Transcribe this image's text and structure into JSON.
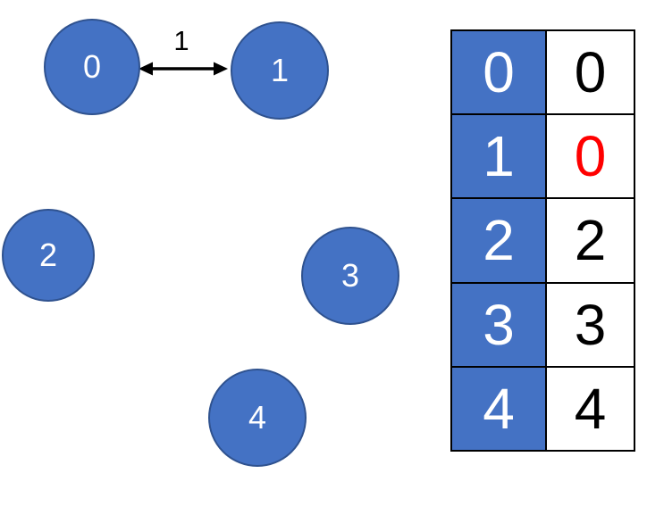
{
  "title": "graph-with-distance-table",
  "colors": {
    "node_fill": "#4472C4",
    "node_border": "#2F528F",
    "cell_fill": "#4472C4",
    "table_border": "#000000",
    "highlight_text": "#FF0000"
  },
  "graph": {
    "nodes": [
      {
        "label": "0"
      },
      {
        "label": "1"
      },
      {
        "label": "2"
      },
      {
        "label": "3"
      },
      {
        "label": "4"
      }
    ],
    "edge": {
      "from": "0",
      "to": "1",
      "weight": "1"
    }
  },
  "table": {
    "rows": [
      {
        "node": "0",
        "value": "0",
        "highlight": false
      },
      {
        "node": "1",
        "value": "0",
        "highlight": true
      },
      {
        "node": "2",
        "value": "2",
        "highlight": false
      },
      {
        "node": "3",
        "value": "3",
        "highlight": false
      },
      {
        "node": "4",
        "value": "4",
        "highlight": false
      }
    ]
  }
}
